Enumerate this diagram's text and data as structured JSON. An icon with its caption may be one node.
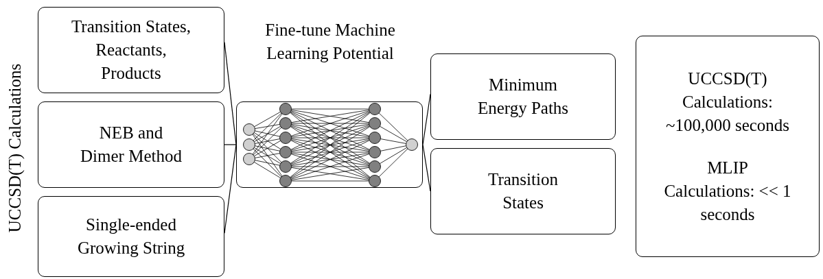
{
  "diagram": {
    "nodes": [
      {
        "text": [
          "Transition States, Reactants, Products"
        ]
      },
      {
        "text": [
          "NEB and Dimer Method"
        ]
      },
      {
        "text": [
          "Single-ended Growing String"
        ]
      },
      {
        "text": [
          "Fine-tune Machine Learning Potential"
        ]
      },
      {
        "text": [
          "Minimum Energy Paths"
        ]
      },
      {
        "text": [
          "Transition States"
        ]
      },
      {
        "text": [
          "UCCSD(T) Calculations: ~100,000 seconds",
          "MLIP Calculations: << 1 seconds"
        ]
      }
    ],
    "edges": [
      {
        "from": 0,
        "to": 3,
        "arrow": "none"
      },
      {
        "from": 1,
        "to": 3,
        "arrow": "none"
      },
      {
        "from": 2,
        "to": 3,
        "arrow": "none"
      },
      {
        "from": 3,
        "to": 4,
        "arrow": "none"
      },
      {
        "from": 3,
        "to": 5,
        "arrow": "none"
      }
    ],
    "labels": [
      "UCCSD(T) Calculations"
    ]
  }
}
